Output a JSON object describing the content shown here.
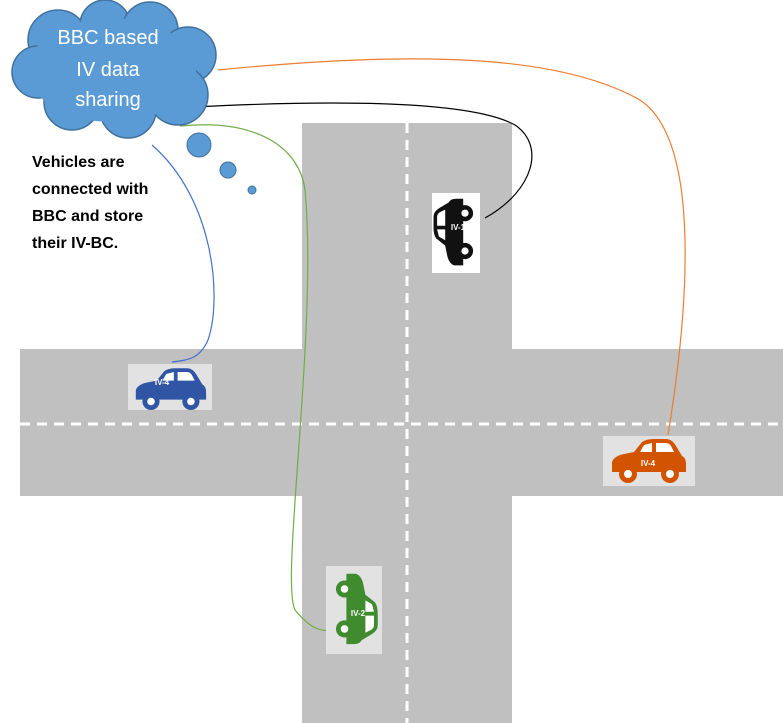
{
  "cloud": {
    "lines": [
      "BBC based",
      "IV data",
      "sharing"
    ],
    "color": "#5b9bd5"
  },
  "note": {
    "lines": [
      "Vehicles are",
      "connected with",
      "BBC and store",
      "their IV-BC."
    ]
  },
  "road": {
    "color": "#c0c0c0",
    "lane_marking_color": "#ffffff"
  },
  "vehicles": [
    {
      "id": "black",
      "label": "IV-1",
      "color": "#111111",
      "link_color": "#000000"
    },
    {
      "id": "blue",
      "label": "IV-4",
      "color": "#2f55a4",
      "link_color": "#4472c4"
    },
    {
      "id": "orange",
      "label": "IV-4",
      "color": "#d35400",
      "link_color": "#ed7d31"
    },
    {
      "id": "green",
      "label": "IV-2",
      "color": "#3f8b2e",
      "link_color": "#70ad47"
    }
  ]
}
